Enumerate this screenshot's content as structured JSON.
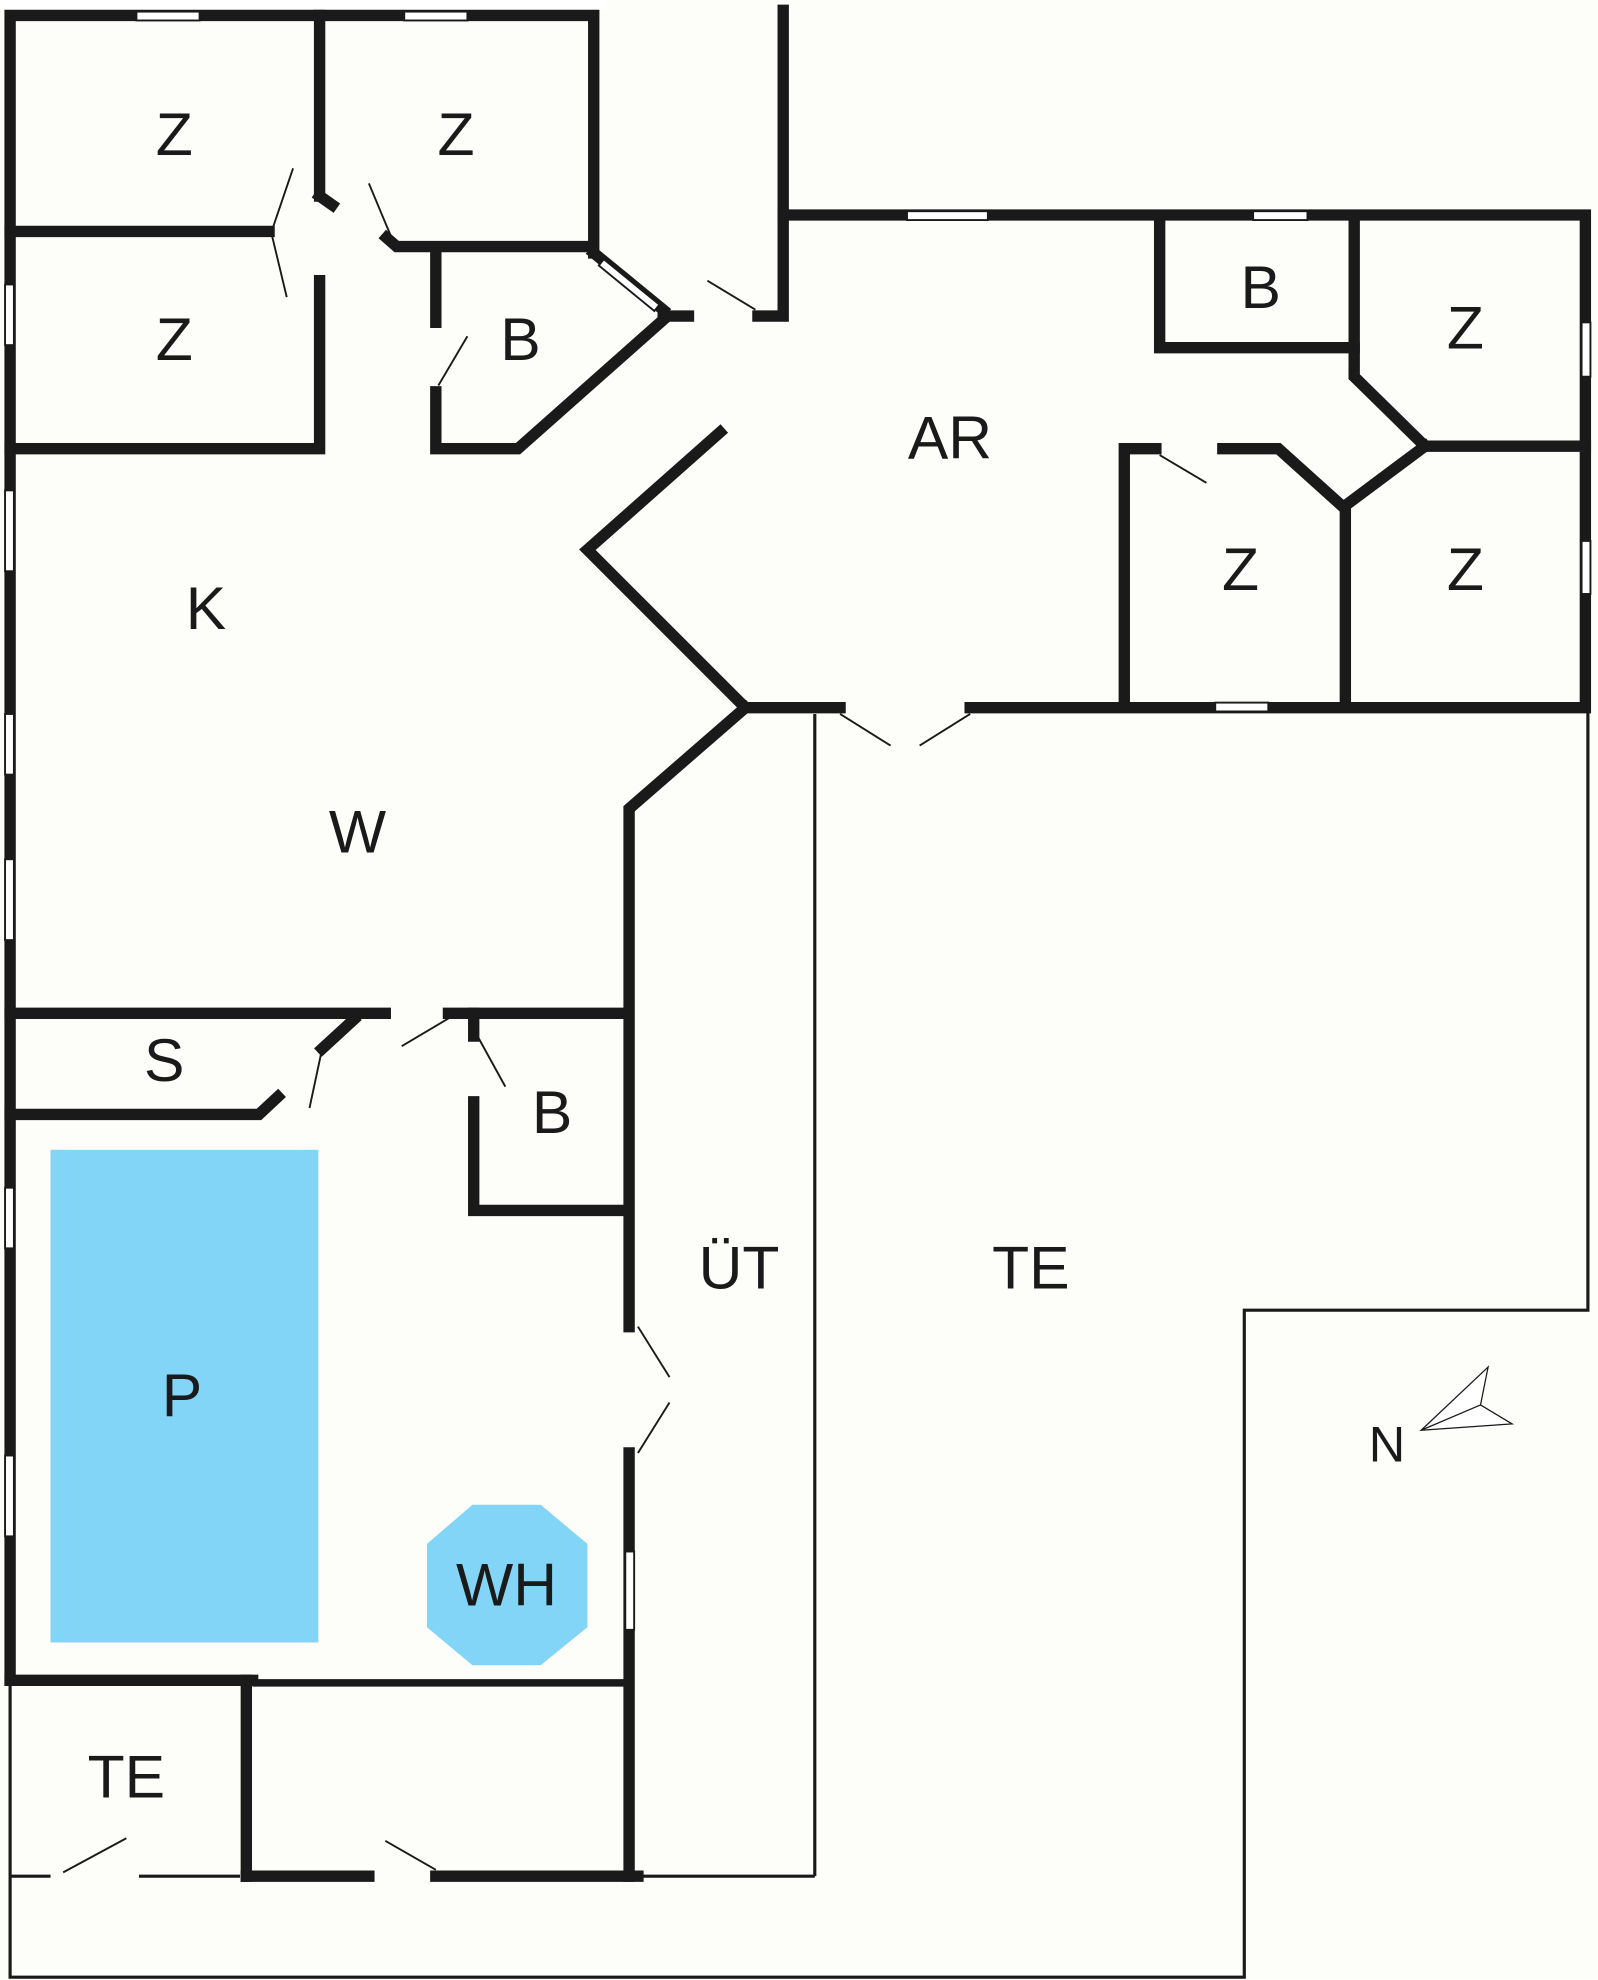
{
  "title": "Floor plan",
  "colors": {
    "water": "#82d5f7",
    "wall": "#1a1a1a",
    "floor": "#fdfdf9"
  },
  "rooms": {
    "z1": "Z",
    "z2": "Z",
    "z3": "Z",
    "b1": "B",
    "k": "K",
    "w": "W",
    "ar": "AR",
    "b2": "B",
    "z4": "Z",
    "z5": "Z",
    "z6": "Z",
    "s": "S",
    "b3": "B",
    "p": "P",
    "wh": "WH",
    "ut": "ÜT",
    "te1": "TE",
    "te2": "TE"
  },
  "compass": {
    "label": "N",
    "icon": "north-arrow-icon"
  }
}
